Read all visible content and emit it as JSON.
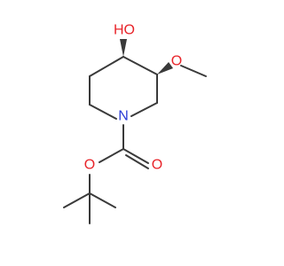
{
  "molecule": {
    "atoms": {
      "hydroxyl_label": "HO",
      "methoxy_oxygen_label": "O",
      "ring_nitrogen_label": "N",
      "ester_oxygen_label": "O",
      "carbonyl_oxygen_label": "O"
    },
    "colors": {
      "bond": "#3a3a3a",
      "oxygen": "#e8242a",
      "nitrogen": "#2a3bd6",
      "background": "#ffffff"
    }
  }
}
